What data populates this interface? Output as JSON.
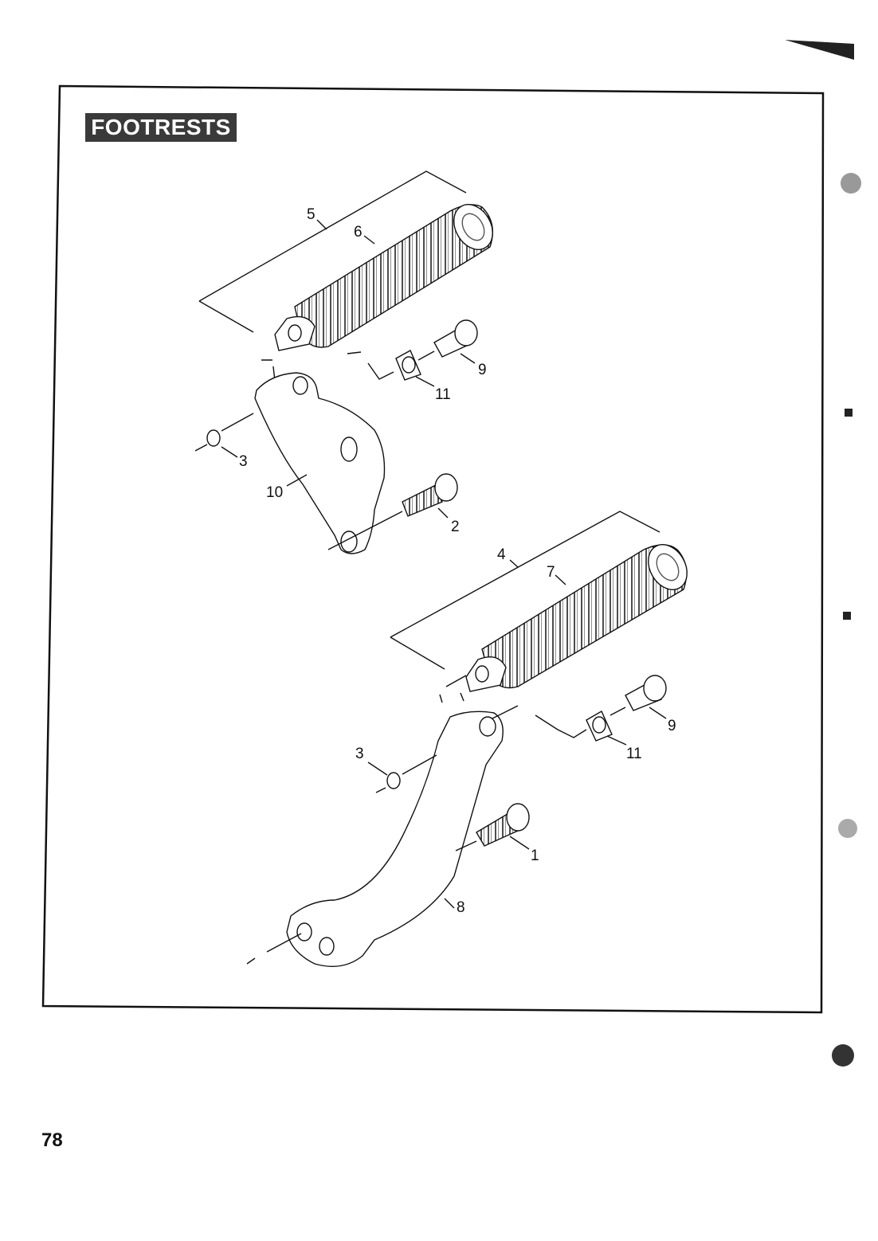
{
  "title": "FOOTRESTS",
  "page_number": "78",
  "callouts": [
    {
      "id": "c5",
      "label": "5"
    },
    {
      "id": "c6",
      "label": "6"
    },
    {
      "id": "c9a",
      "label": "9"
    },
    {
      "id": "c11a",
      "label": "11"
    },
    {
      "id": "c3a",
      "label": "3"
    },
    {
      "id": "c10",
      "label": "10"
    },
    {
      "id": "c2",
      "label": "2"
    },
    {
      "id": "c4",
      "label": "4"
    },
    {
      "id": "c7",
      "label": "7"
    },
    {
      "id": "c9b",
      "label": "9"
    },
    {
      "id": "c11b",
      "label": "11"
    },
    {
      "id": "c3b",
      "label": "3"
    },
    {
      "id": "c1",
      "label": "1"
    },
    {
      "id": "c8",
      "label": "8"
    }
  ],
  "parts": [
    {
      "name": "upper-footpeg-assembly"
    },
    {
      "name": "upper-footpeg-rubber"
    },
    {
      "name": "upper-pin"
    },
    {
      "name": "upper-washer"
    },
    {
      "name": "upper-retaining-ring"
    },
    {
      "name": "upper-bracket"
    },
    {
      "name": "upper-bracket-screw"
    },
    {
      "name": "lower-footpeg-assembly"
    },
    {
      "name": "lower-footpeg-rubber"
    },
    {
      "name": "lower-pin"
    },
    {
      "name": "lower-washer"
    },
    {
      "name": "lower-retaining-ring"
    },
    {
      "name": "lower-bracket-screw"
    },
    {
      "name": "lower-bracket"
    }
  ]
}
